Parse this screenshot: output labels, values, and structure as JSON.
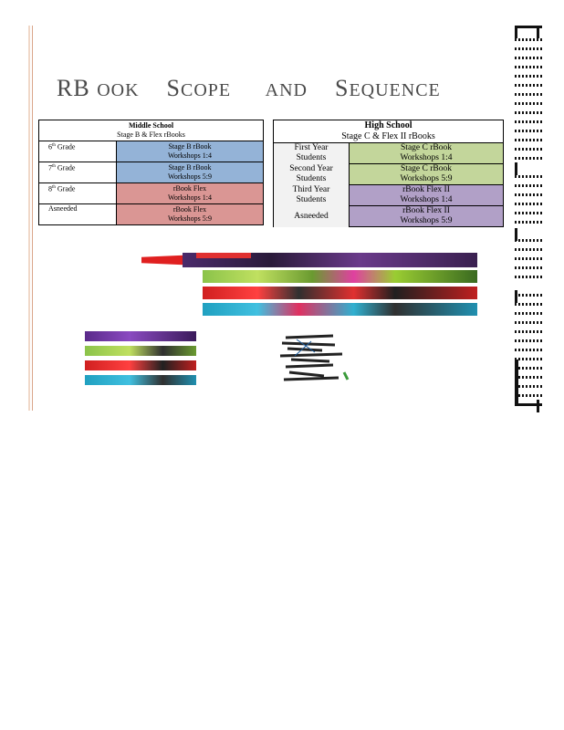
{
  "title": {
    "word1_cap": "R",
    "word1_rest": "B",
    "word2": "OOK",
    "word3_cap": "S",
    "word3_rest": "COPE",
    "word4": "AND",
    "word5_cap": "S",
    "word5_rest": "EQUENCE"
  },
  "middle_school": {
    "heading": "Middle    School",
    "subheading": "Stage B & Flex rBooks",
    "rows": [
      {
        "grade": "6",
        "suffix": "th",
        "label": "Grade",
        "line1": "Stage B rBook",
        "line2": "Workshops  1:4",
        "color": "#94b3d7"
      },
      {
        "grade": "7",
        "suffix": "th",
        "label": "Grade",
        "line1": "Stage B rBook",
        "line2": "Workshops  5:9",
        "color": "#94b3d7"
      },
      {
        "grade": "8",
        "suffix": "th",
        "label": "Grade",
        "line1": "rBook Flex",
        "line2": "Workshops  1:4",
        "color": "#da9694"
      },
      {
        "grade": "",
        "suffix": "",
        "label": "Asneeded",
        "line1": "rBook Flex",
        "line2": "Workshops  5:9",
        "color": "#da9694"
      }
    ]
  },
  "high_school": {
    "heading": "High School",
    "subheading": "Stage C & Flex II rBooks",
    "labels": [
      "First Year",
      "Students",
      "Second Year",
      "Students",
      "Third Year",
      "Students",
      "Asneeded",
      ""
    ],
    "cells": [
      {
        "line1": "Stage C rBook",
        "line2": "Workshops 1:4",
        "color": "#c3d69b"
      },
      {
        "line1": "Stage C rBook",
        "line2": "Workshops 5:9",
        "color": "#c3d69b"
      },
      {
        "line1": "rBook Flex II",
        "line2": "Workshops 1:4",
        "color": "#b1a0c7"
      },
      {
        "line1": "rBook Flex II",
        "line2": "Workshops 5:9",
        "color": "#b1a0c7"
      }
    ]
  }
}
